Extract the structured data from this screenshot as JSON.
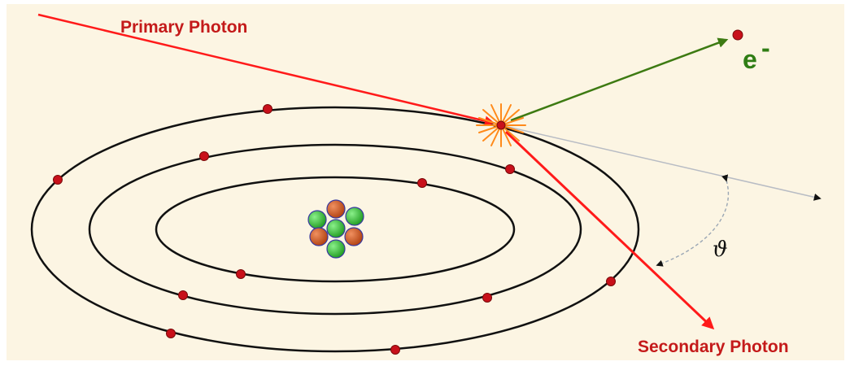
{
  "labels": {
    "primary_photon": "Primary Photon",
    "secondary_photon": "Secondary Photon",
    "electron": "e",
    "electron_charge": "-",
    "scatter_angle": "ϑ"
  },
  "colors": {
    "background": "#fcf5e3",
    "photon": "#ff1a1a",
    "label_red": "#c41a1a",
    "electron_arrow": "#3d7a12",
    "electron_label": "#2f7d14",
    "electron_dot": "#c8101a",
    "orbit": "#111111",
    "proton": "#c8501a",
    "neutron": "#2fb52f",
    "burst": "#ff8a1a"
  }
}
